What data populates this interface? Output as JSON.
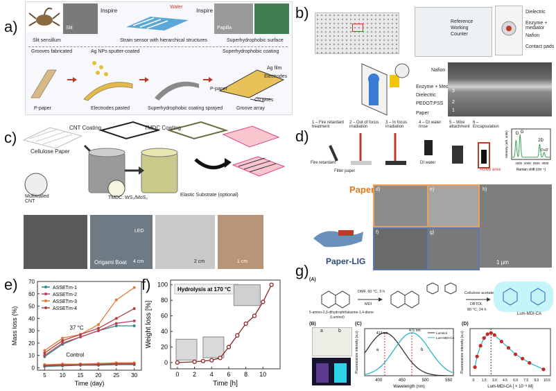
{
  "panels": {
    "a": {
      "letter": "a)",
      "top": {
        "slit": "Slit",
        "slit_sensillum": "Slit sensillum",
        "inspire1": "Inspire",
        "inspire2": "Inspire",
        "water": "Water",
        "strain_sensor": "Strain sensor with hierarchical structures",
        "papilla": "Papilla",
        "superhydrophobic": "Superhydrophobic surface"
      },
      "bottom": {
        "grooves": "Grooves fabricated",
        "ag_nps": "Ag NPs sputter-coated",
        "superhydrophobic_coating": "Superhydrophobic coating",
        "ag_film": "Ag film",
        "electrodes": "Electrodes",
        "p_paper_label": "P-paper",
        "cu_wires": "Cu wires",
        "p_paper": "P-paper",
        "electrodes_pasted": "Electrodes pasted",
        "coating_sprayed": "Superhydrophobic coating sprayed",
        "groove_array": "Groove array"
      }
    },
    "b": {
      "letter": "b)",
      "reference": "Reference",
      "working": "Working",
      "counter": "Counter",
      "dielectric": "Dielectric",
      "enzyme": "Enzyme + mediator",
      "nafion": "Nafion",
      "contact_pads": "Contact pads",
      "stack_nafion": "Nafion",
      "stack_enzyme": "Enzyme + Mediator",
      "stack_dielectric": "Dielectric",
      "stack_pedot": "PEDOT:PSS",
      "stack_paper": "Paper",
      "sem_3": "3",
      "sem_2": "2",
      "sem_1": "1"
    },
    "c": {
      "letter": "c)",
      "cnt_coating": "CNT Coating",
      "tmdc_coating": "TMDC Coating",
      "cellulose": "Cellulose Paper",
      "multiwalled": "Multiwalled CNT",
      "tmdc_label": "TMDC: WS₂/MoS₂",
      "elastic": "Elastic Substrate (optional)",
      "led": "LED",
      "origami": "Origami Boat",
      "scale1": "4 cm",
      "scale2": "2 cm",
      "scale3": "1 cm"
    },
    "d": {
      "letter": "d)",
      "steps": [
        "1 – Fire retardant treatment",
        "2 – Out of focus irradiation",
        "3 – In focus irradiation",
        "4 – DI water rinse",
        "5 – Wire attachment",
        "6 – Encapsulation"
      ],
      "fire_retardant": "Fire retardant",
      "filter_paper": "Filter paper",
      "di_water": "DI water",
      "active_area": "Active area",
      "paper": "Paper",
      "paper_lig": "Paper-LIG",
      "sem_d": "d)",
      "sem_e": "e)",
      "sem_f": "f)",
      "sem_g": "g)",
      "sem_h": "h)",
      "scale_h": "1 μm",
      "raman": {
        "ylabel": "Intensity (arb. units)",
        "xlabel": "Raman shift (cm⁻¹)",
        "ticks": [
          "1500",
          "2000",
          "2500",
          "3000"
        ],
        "peaks": [
          "D",
          "G",
          "2D",
          "D+D'"
        ]
      }
    },
    "e": {
      "letter": "e)",
      "annotation_temp": "37 °C",
      "annotation_control": "Control"
    },
    "f": {
      "letter": "f)",
      "annotation": "Hydrolysis at 170 °C"
    },
    "g": {
      "letter": "g)",
      "sub_a": "(A)",
      "sub_b": "(B)",
      "sub_c": "(C)",
      "sub_d": "(D)",
      "reagent1": "DMF, 60 °C, 3 h",
      "reagent2": "MDI",
      "reagent3": "Cellulose acetate",
      "reagent4": "DBTDL",
      "reagent5": "80 °C, 24 h",
      "luminol_name": "5-amino-2,3-dihydrophthalazine-1,4-dione",
      "luminol_short": "(Luminol)",
      "product": "Lum-MDI-CA",
      "vial_a": "a",
      "vial_b": "b",
      "legend_luminol": "Luminol",
      "legend_lum": "Lum-MDI-CA",
      "peak1": "413 nm",
      "peak2": "471 nm",
      "curve_a": "a",
      "curve_b": "b"
    }
  },
  "chart_data": [
    {
      "type": "line",
      "panel": "e",
      "xlabel": "Time (day)",
      "ylabel": "Mass loss (%)",
      "x": [
        5,
        10,
        15,
        20,
        25,
        30
      ],
      "xlim": [
        3,
        32
      ],
      "ylim": [
        -2,
        70
      ],
      "xticks": [
        5,
        10,
        15,
        20,
        25,
        30
      ],
      "yticks": [
        0,
        10,
        20,
        30,
        40,
        50,
        60,
        70
      ],
      "legend_position": "top-left",
      "series": [
        {
          "name": "ASSETm-1",
          "color": "#2a8c8c",
          "values": [
            9,
            19,
            25,
            30,
            34,
            34
          ]
        },
        {
          "name": "ASSETm-2",
          "color": "#c0405a",
          "values": [
            10,
            20,
            25,
            30,
            36,
            38
          ]
        },
        {
          "name": "ASSETm-3",
          "color": "#e07a3a",
          "values": [
            14,
            24,
            27,
            35,
            55,
            65
          ]
        },
        {
          "name": "ASSETm-4",
          "color": "#b04040",
          "values": [
            12,
            22,
            27,
            32,
            40,
            48
          ]
        },
        {
          "name": "",
          "color": "#2a8c8c",
          "values": [
            1,
            1.5,
            2,
            2,
            2.5,
            2.5
          ]
        },
        {
          "name": "",
          "color": "#c0405a",
          "values": [
            2,
            2.5,
            3,
            3,
            3.5,
            3.5
          ]
        },
        {
          "name": "",
          "color": "#e07a3a",
          "values": [
            2.5,
            3,
            3,
            3.5,
            4,
            4
          ]
        },
        {
          "name": "",
          "color": "#b04040",
          "values": [
            1.5,
            2,
            2.5,
            2.5,
            3,
            3
          ]
        }
      ]
    },
    {
      "type": "line",
      "panel": "f",
      "xlabel": "Time [h]",
      "ylabel": "Weight loss [%]",
      "x": [
        0,
        2,
        3,
        4,
        5,
        6,
        7,
        8,
        9,
        10,
        11
      ],
      "values": [
        0,
        1,
        2,
        3,
        6,
        20,
        35,
        50,
        60,
        78,
        100
      ],
      "xlim": [
        -0.8,
        12
      ],
      "ylim": [
        -8,
        106
      ],
      "xticks": [
        0,
        2,
        4,
        6,
        8,
        10
      ],
      "yticks": [
        0,
        20,
        40,
        60,
        80,
        100
      ],
      "color": "#8b2323"
    },
    {
      "type": "line",
      "panel": "g-C",
      "xlabel": "Wavelength (nm)",
      "ylabel": "Fluorescence intensity (a.u)",
      "xticks": [
        400,
        450,
        500,
        550
      ],
      "xlim": [
        370,
        560
      ],
      "series": [
        {
          "name": "Luminol",
          "color": "#333333",
          "peak": 413
        },
        {
          "name": "Lum-MDI-CA",
          "color": "#29b6c9",
          "peak": 471
        }
      ]
    },
    {
      "type": "scatter",
      "panel": "g-D",
      "xlabel": "Lum-MDI-CA [ × 10⁻⁶ M]",
      "ylabel": "Fluorescence intensity (a.u)",
      "xticks": [
        "0",
        "1.5",
        "3.0",
        "4.5",
        "6.0",
        "7.5",
        "9.0",
        "10.5"
      ],
      "xlim": [
        -0.5,
        11
      ],
      "x": [
        0.2,
        0.5,
        1.0,
        1.5,
        2.0,
        2.5,
        3.0,
        4.0,
        5.0,
        6.0,
        7.0,
        8.0,
        10.0
      ],
      "values": [
        20,
        45,
        70,
        88,
        97,
        100,
        95,
        80,
        65,
        50,
        40,
        30,
        15
      ],
      "color": "#c62828",
      "fit_color": "#29b6c9"
    }
  ]
}
